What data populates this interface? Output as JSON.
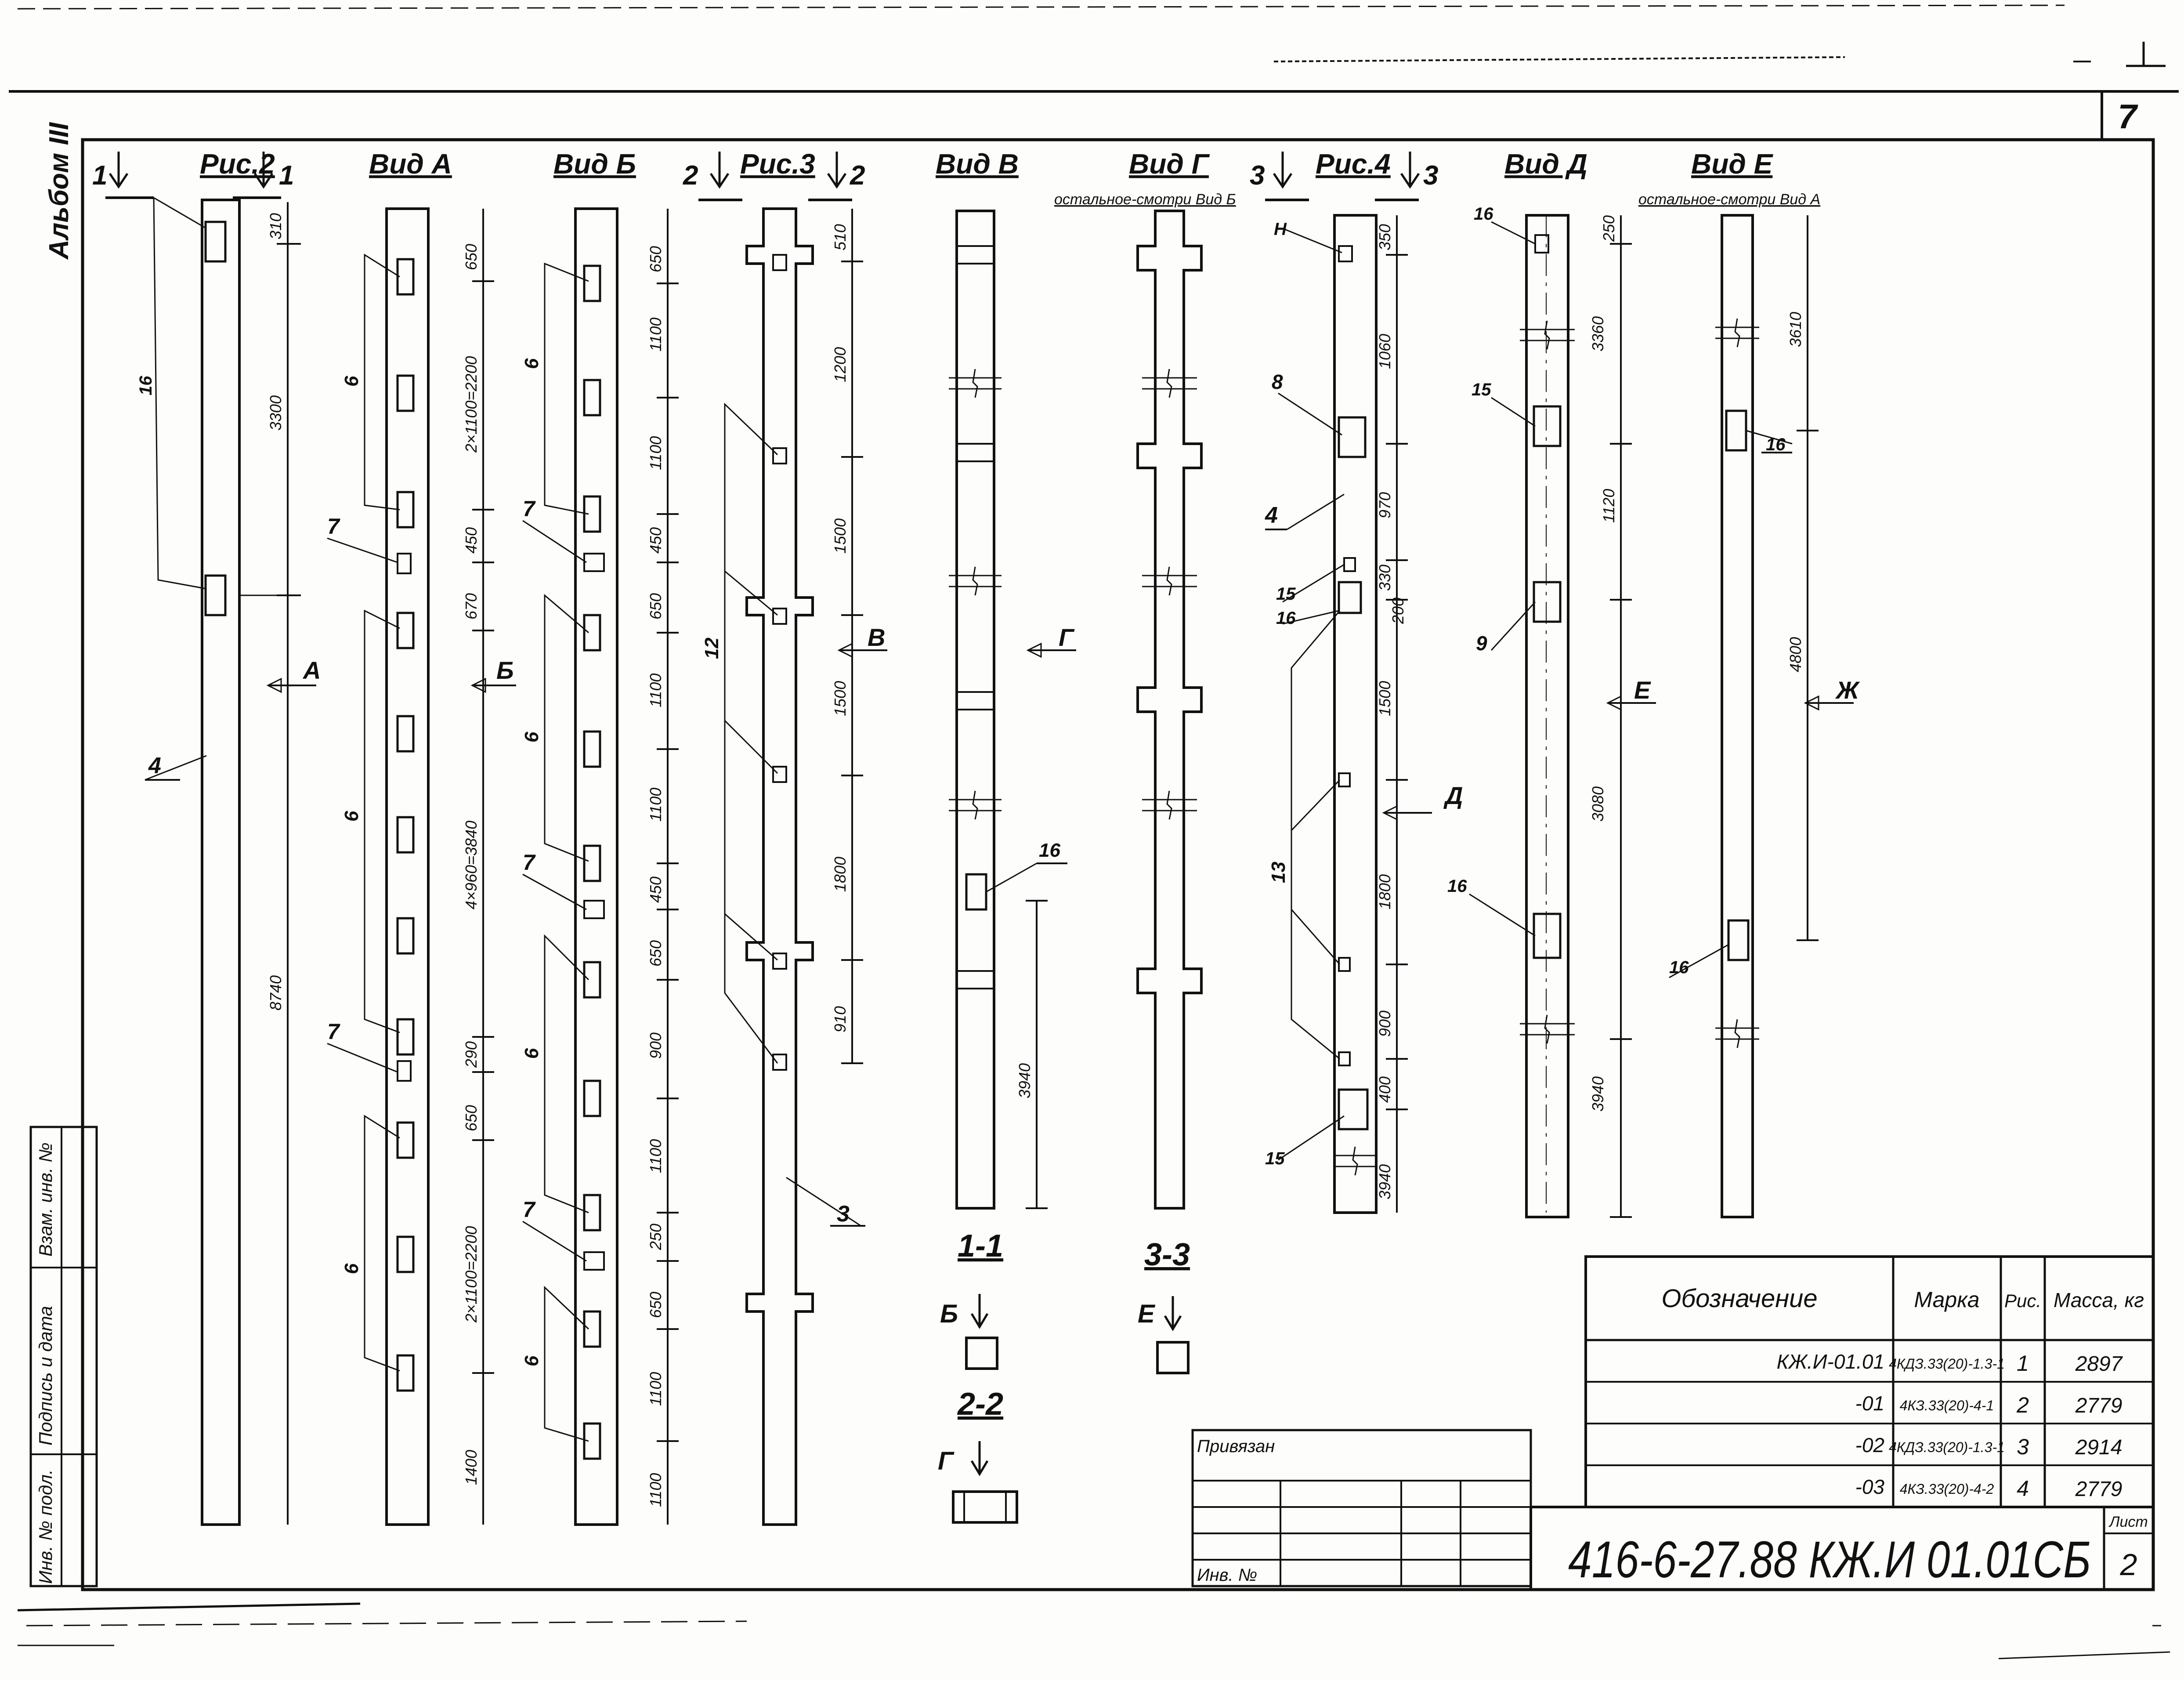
{
  "page_number": "7",
  "album_label": "Альбом III",
  "sheet_label": "Лист",
  "sheet_value": "2",
  "doc_code": "416-6-27.88 КЖ.И 01.01СБ",
  "binding_label": "Привязан",
  "inv_no_label": "Инв. №",
  "stamp": {
    "col1": "Взам. инв. №",
    "col2": "Подпись и дата",
    "col3": "Инв. № подл."
  },
  "views": [
    {
      "title": "Рис.2",
      "dims": [
        "310",
        "3300",
        "8740"
      ],
      "callouts": [
        "16",
        "4"
      ],
      "cut": "1",
      "arrow": "А"
    },
    {
      "title": "Вид А",
      "dims": [
        "650",
        "2×1100=2200",
        "450",
        "670",
        "4×960=3840",
        "290",
        "650",
        "2×1100=2200",
        "1400"
      ],
      "callouts": [
        "6",
        "7",
        "6",
        "7",
        "6"
      ],
      "arrow": "Б"
    },
    {
      "title": "Вид Б",
      "dims": [
        "650",
        "1100",
        "1100",
        "450",
        "650",
        "1100",
        "1100",
        "450",
        "650",
        "900",
        "1100",
        "250",
        "650",
        "1100",
        "1100"
      ],
      "callouts": [
        "6",
        "7",
        "6",
        "7",
        "6",
        "7",
        "6"
      ]
    },
    {
      "title": "Рис.3",
      "dims": [
        "510",
        "1200",
        "1500",
        "1500",
        "1800",
        "910"
      ],
      "callouts": [
        "12",
        "3"
      ],
      "cut": "2",
      "arrow": "В"
    },
    {
      "title": "Вид В",
      "dims": [
        "3940"
      ],
      "callouts": [
        "16"
      ],
      "arrow": "Г"
    },
    {
      "title": "Вид Г",
      "subtitle": "остальное-смотри Вид Б"
    },
    {
      "title": "Рис.4",
      "dims": [
        "350",
        "1060",
        "970",
        "330",
        "200",
        "1500",
        "1800",
        "900",
        "400",
        "3940"
      ],
      "callouts": [
        "H",
        "8",
        "4",
        "15",
        "16",
        "13",
        "15"
      ],
      "cut": "3",
      "arrow": "Д"
    },
    {
      "title": "Вид Д",
      "dims": [
        "250",
        "3360",
        "1120",
        "3080",
        "3940"
      ],
      "callouts": [
        "16",
        "15",
        "9",
        "16"
      ],
      "arrow": "Е"
    },
    {
      "title": "Вид Е",
      "subtitle": "остальное-смотри Вид А",
      "dims": [
        "3610",
        "4800"
      ],
      "callouts": [
        "16",
        "16"
      ],
      "arrow": "Ж"
    }
  ],
  "sections": [
    {
      "title": "1-1",
      "arrow": "Б"
    },
    {
      "title": "2-2",
      "arrow": "Г"
    },
    {
      "title": "3-3",
      "arrow": "Е"
    }
  ],
  "table": {
    "headers": [
      "Обозначение",
      "Марка",
      "Рис.",
      "Масса, кг"
    ],
    "rows": [
      [
        "КЖ.И-01.01",
        "4КДЗ.33(20)-1.3-1",
        "1",
        "2897"
      ],
      [
        "-01",
        "4КЗ.33(20)-4-1",
        "2",
        "2779"
      ],
      [
        "-02",
        "4КДЗ.33(20)-1.3-1",
        "3",
        "2914"
      ],
      [
        "-03",
        "4КЗ.33(20)-4-2",
        "4",
        "2779"
      ]
    ]
  }
}
